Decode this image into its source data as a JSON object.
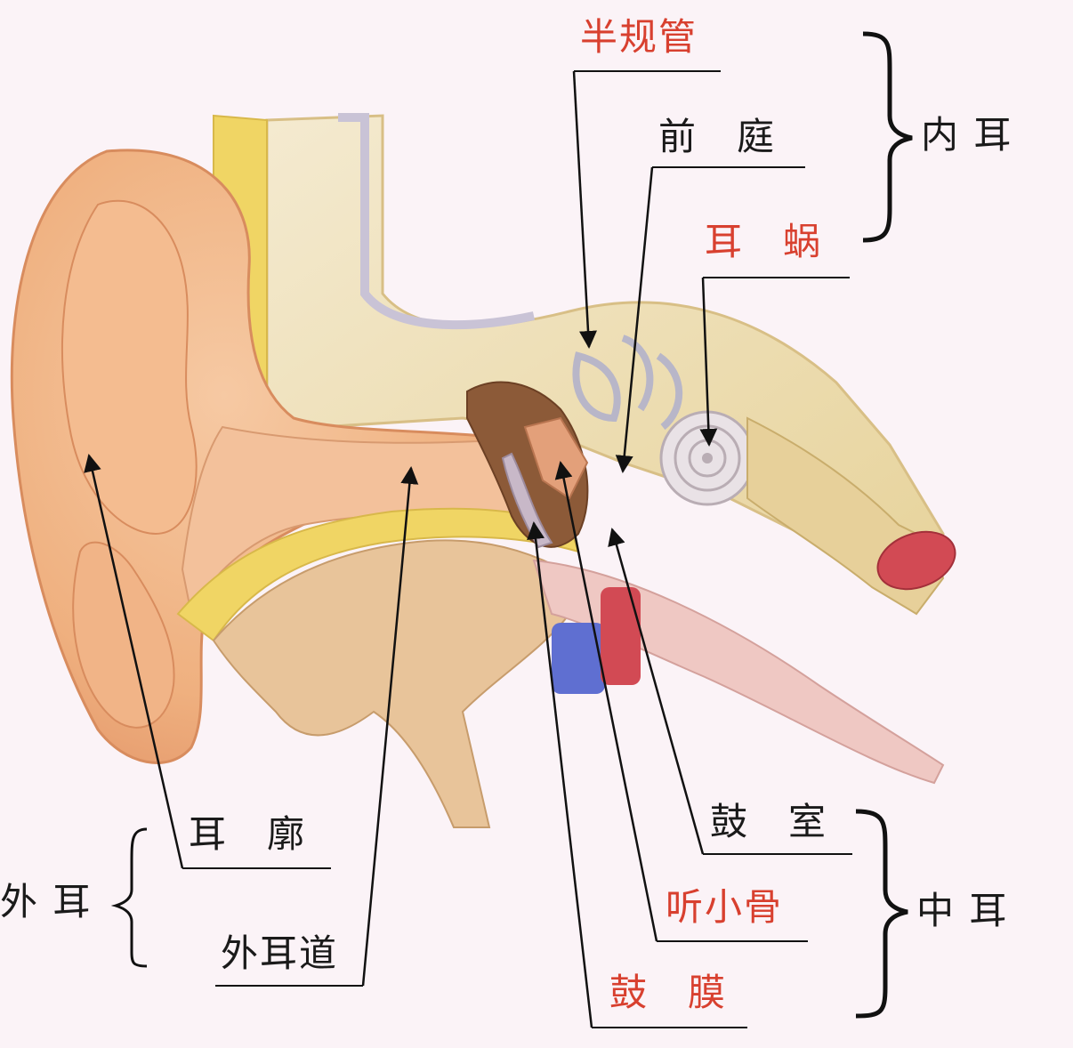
{
  "colors": {
    "background": "#fbf3f7",
    "label_dark": "#1a1a1a",
    "label_red": "#d8402f",
    "skin": "#f2b48a",
    "bone": "#efe2b4",
    "fat": "#f0d564",
    "cochlea": "#d9d3d6",
    "vein": "#5f6fd1",
    "artery": "#d24a54"
  },
  "labels": {
    "semicircular_canals": "半规管",
    "vestibule": "前　庭",
    "cochlea": "耳　蜗",
    "inner_ear": "内 耳",
    "auricle": "耳　廓",
    "ear_canal": "外耳道",
    "outer_ear": "外 耳",
    "tympanic_cavity": "鼓　室",
    "ossicles": "听小骨",
    "eardrum": "鼓　膜",
    "middle_ear": "中 耳"
  }
}
